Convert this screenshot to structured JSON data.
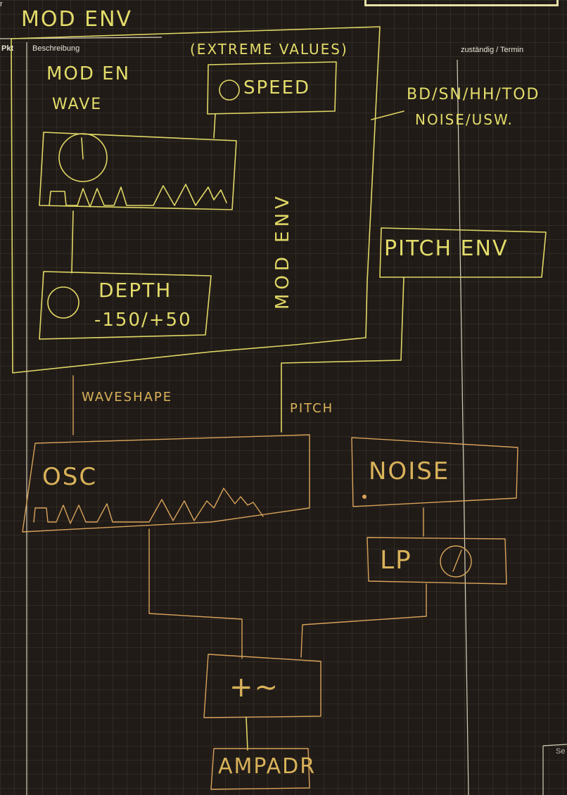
{
  "header": {
    "col_pkt": "Pkt",
    "col_beschreibung": "Beschreibung",
    "col_zustaendig": "zuständig / Termin",
    "corner_left": "r",
    "corner_right": "Se"
  },
  "sketch": {
    "title": "MOD ENV",
    "note_extreme": "(EXTREME VALUES)",
    "mod_wave_line1": "MOD EN",
    "mod_wave_line2": "WAVE",
    "speed_label": "SPEED",
    "depth_label": "DEPTH",
    "depth_range": "-150/+50",
    "side_label": "MOD ENV",
    "presets_line1": "BD/SN/HH/TOD",
    "presets_line2": "NOISE/USW.",
    "pitch_env": "PITCH ENV",
    "waveshape": "WAVESHAPE",
    "pitch": "PITCH",
    "osc": "OSC",
    "noise": "NOISE",
    "lp": "LP",
    "mixer": "+~",
    "ampadr": "AMPADR"
  },
  "colors": {
    "ink_yellow": "#e0d765",
    "ink_orange": "#d8a25a",
    "board": "#201b17",
    "grid": "#6e655a"
  }
}
